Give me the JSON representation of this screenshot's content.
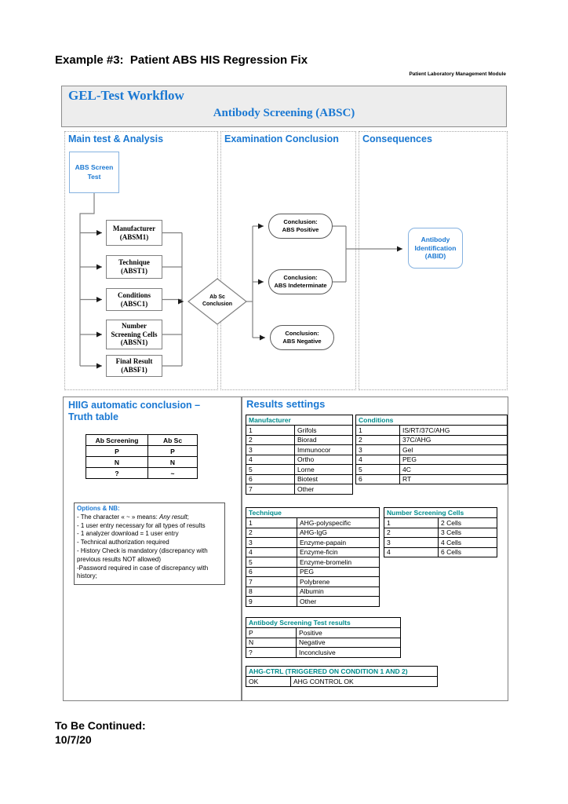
{
  "page": {
    "title": "Example #3:  Patient ABS HIS Regression Fix",
    "module_label": "Patient Laboratory Management Module",
    "footer_line1": "To Be Continued:",
    "footer_line2": "10/7/20"
  },
  "colors": {
    "accent_blue": "#1A78D2",
    "table_header_teal": "#008C8C",
    "node_border_blue": "#85B2E0",
    "connector_gray": "#808080",
    "header_fill_gray": "#EDEDED"
  },
  "workflow_header": {
    "title": "GEL-Test Workflow",
    "subtitle": "Antibody Screening (ABSC)"
  },
  "columns": {
    "main": "Main test & Analysis",
    "exam": "Examination Conclusion",
    "consequences": "Consequences"
  },
  "flowchart": {
    "start_line1": "ABS Screen",
    "start_line2": "Test",
    "steps": [
      {
        "label": "Manufacturer",
        "code": "(ABSM1)"
      },
      {
        "label": "Technique",
        "code": "(ABST1)"
      },
      {
        "label": "Conditions",
        "code": "(ABSC1)"
      },
      {
        "label": "Number Screening Cells",
        "code": "(ABSN1)"
      },
      {
        "label": "Final Result",
        "code": "(ABSF1)"
      }
    ],
    "decision_line1": "Ab Sc",
    "decision_line2": "Conclusion",
    "conclusions": [
      {
        "line1": "Conclusion:",
        "line2": "ABS Positive"
      },
      {
        "line1": "Conclusion:",
        "line2": "ABS Indeterminate"
      },
      {
        "line1": "Conclusion:",
        "line2": "ABS Negative"
      }
    ],
    "consequence_line1": "Antibody",
    "consequence_line2": "Identification",
    "consequence_line3": "(ABID)"
  },
  "truth_section": {
    "title_line1": "HIIG automatic conclusion –",
    "title_line2": "Truth table",
    "table": {
      "headers": [
        "Ab Screening",
        "Ab Sc"
      ],
      "rows": [
        [
          "P",
          "P"
        ],
        [
          "N",
          "N"
        ],
        [
          "?",
          "~"
        ]
      ]
    },
    "options": {
      "title": "Options & NB:",
      "line1_prefix": "- The character « ~ » means: ",
      "line1_italic": "Any result",
      "line1_suffix": ";",
      "lines": [
        "- 1 user entry necessary for all types of results",
        "- 1 analyzer download = 1 user entry",
        "- Technical authorization required",
        "- History Check is mandatory (discrepancy with previous results NOT allowed)",
        "-Password required in case of discrepancy with history;"
      ]
    }
  },
  "results_settings": {
    "title": "Results settings",
    "manufacturer": {
      "header": "Manufacturer",
      "rows": [
        [
          "1",
          "Grifols"
        ],
        [
          "2",
          "Biorad"
        ],
        [
          "3",
          "Immunocor"
        ],
        [
          "4",
          "Ortho"
        ],
        [
          "5",
          "Lorne"
        ],
        [
          "6",
          "Biotest"
        ],
        [
          "7",
          "Other"
        ]
      ]
    },
    "conditions": {
      "header": "Conditions",
      "rows": [
        [
          "1",
          "IS/RT/37C/AHG"
        ],
        [
          "2",
          "37C/AHG"
        ],
        [
          "3",
          "Gel"
        ],
        [
          "4",
          "PEG"
        ],
        [
          "5",
          "4C"
        ],
        [
          "6",
          "RT"
        ]
      ]
    },
    "technique": {
      "header": "Technique",
      "rows": [
        [
          "1",
          "AHG-polyspecific"
        ],
        [
          "2",
          "AHG-IgG"
        ],
        [
          "3",
          "Enzyme-papain"
        ],
        [
          "4",
          "Enzyme-ficin"
        ],
        [
          "5",
          "Enzyme-bromelin"
        ],
        [
          "6",
          "PEG"
        ],
        [
          "7",
          "Polybrene"
        ],
        [
          "8",
          "Albumin"
        ],
        [
          "9",
          "Other"
        ]
      ]
    },
    "number_screening_cells": {
      "header": "Number Screening Cells",
      "rows": [
        [
          "1",
          "2 Cells"
        ],
        [
          "2",
          "3 Cells"
        ],
        [
          "3",
          "4 Cells"
        ],
        [
          "4",
          "6 Cells"
        ]
      ]
    },
    "abs_test_results": {
      "header": "Antibody Screening Test results",
      "rows": [
        [
          "P",
          "Positive"
        ],
        [
          "N",
          "Negative"
        ],
        [
          "?",
          "Inconclusive"
        ]
      ]
    },
    "ahg_ctrl": {
      "header": "AHG-CTRL (TRIGGERED ON CONDITION 1 AND 2)",
      "rows": [
        [
          "OK",
          "AHG CONTROL OK"
        ]
      ]
    }
  }
}
